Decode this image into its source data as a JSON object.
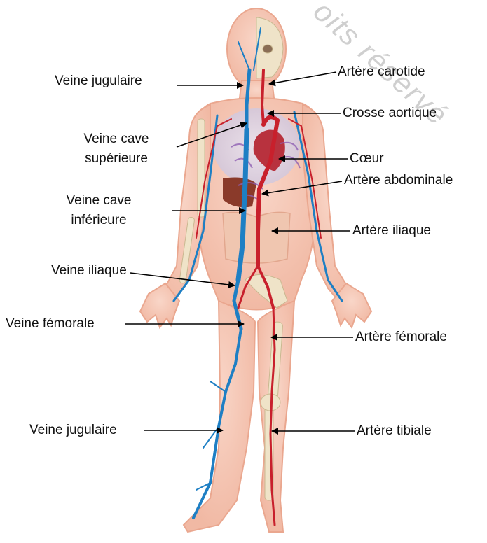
{
  "watermark": "oits réservé",
  "labels": {
    "left": {
      "veine_jugulaire_top": "Veine jugulaire",
      "veine_cave_sup_line1": "Veine cave",
      "veine_cave_sup_line2": "supérieure",
      "veine_cave_inf_line1": "Veine cave",
      "veine_cave_inf_line2": "inférieure",
      "veine_iliaque": "Veine iliaque",
      "veine_femorale": "Veine fémorale",
      "veine_jugulaire_bottom": "Veine jugulaire"
    },
    "right": {
      "artere_carotide": "Artère carotide",
      "crosse_aortique": "Crosse aortique",
      "coeur": "Cœur",
      "artere_abdominale": "Artère abdominale",
      "artere_iliaque": "Artère iliaque",
      "artere_femorale": "Artère fémorale",
      "artere_tibiale": "Artère tibiale"
    }
  },
  "colors": {
    "skin": "#f6c7b6",
    "skin_edge": "#eaa78f",
    "bone": "#efe3c8",
    "vein": "#1e7fc4",
    "artery": "#c8202c",
    "heart": "#b8323e",
    "organ_purple": "#8e5fb3",
    "liver": "#8a3a2a"
  }
}
